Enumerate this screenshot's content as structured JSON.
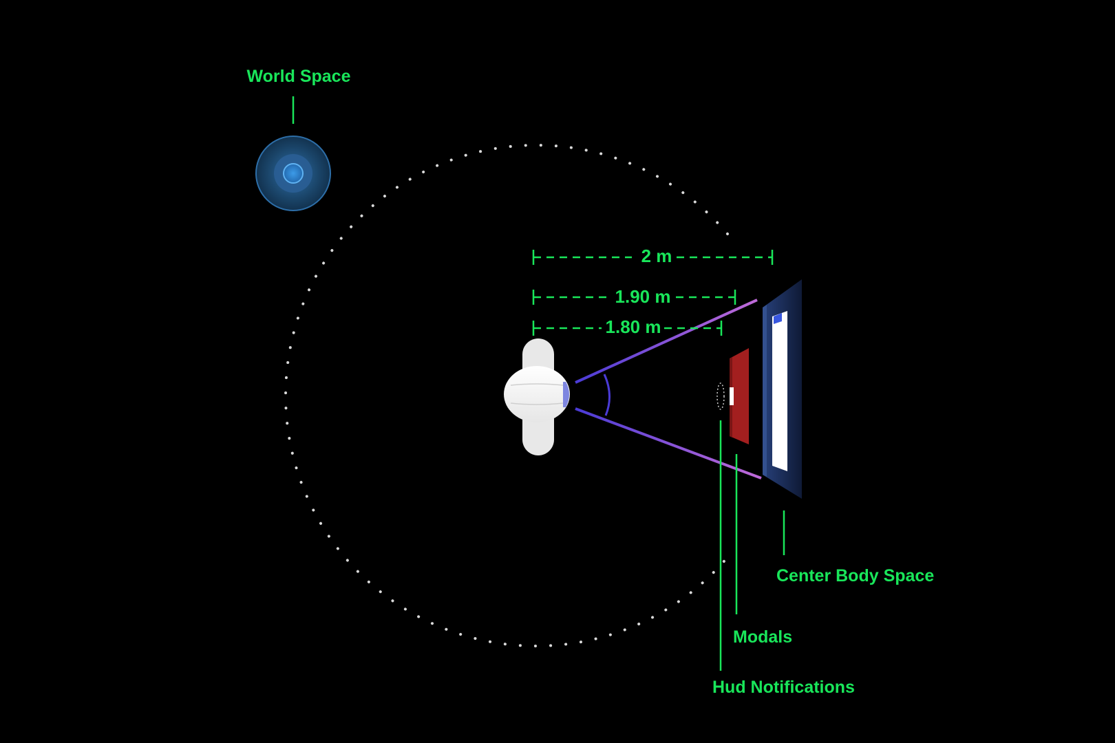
{
  "colors": {
    "background": "#000000",
    "accent": "#19e65a",
    "orbit": "#d9d9d9",
    "fov_outer": "#c06ad8",
    "fov_inner": "#4a3bd6",
    "modal_red": "#a31f1f",
    "panel_navy": "#16244a",
    "globe_blue": "#2d86d6"
  },
  "labels": {
    "world_space": "World Space",
    "center_body_space": "Center Body Space",
    "modals": "Modals",
    "hud_notifications": "Hud Notifications"
  },
  "distances": {
    "center_body": "2 m",
    "modals": "1.90 m",
    "hud": "1.80 m"
  },
  "icons": {
    "user": "head-top-view-icon",
    "world": "world-space-globe-icon",
    "panel": "center-body-panel-icon",
    "modal": "modal-panel-icon",
    "hud": "hud-notification-icon"
  }
}
